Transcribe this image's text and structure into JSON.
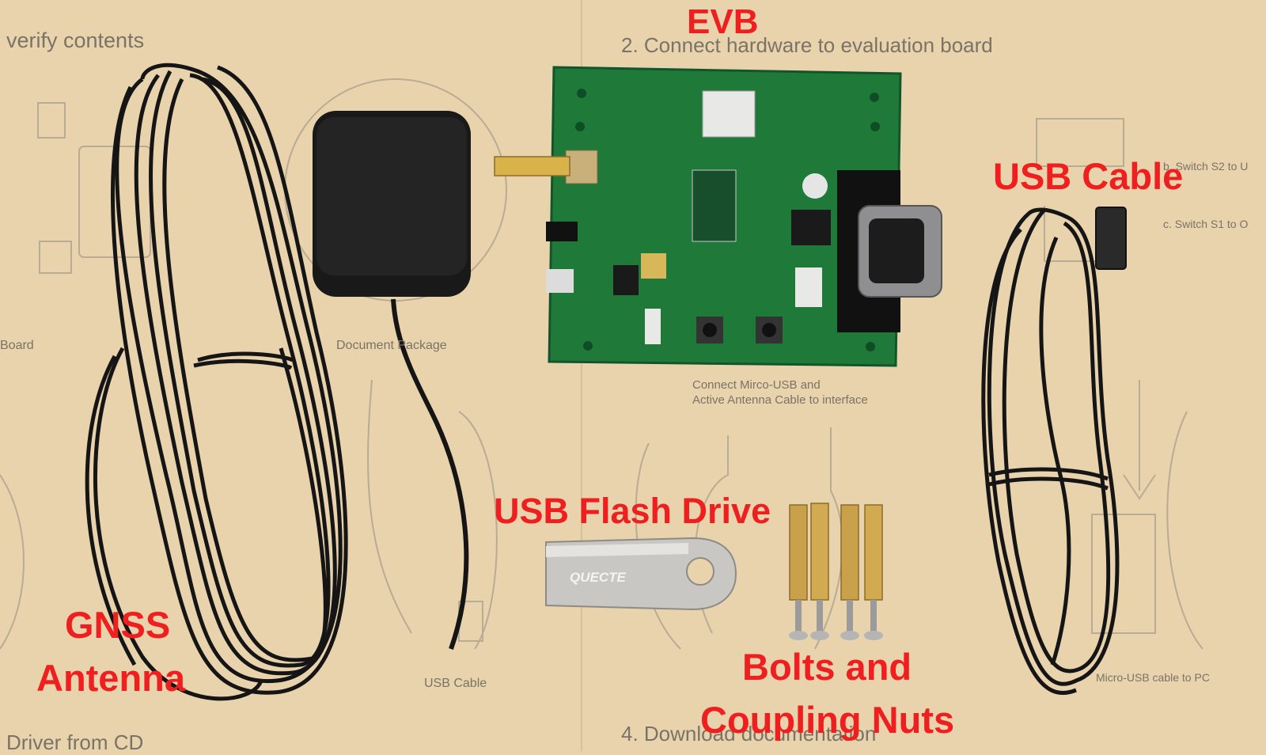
{
  "labels": {
    "evb": "EVB",
    "usb_cable": "USB Cable",
    "usb_flash_drive": "USB Flash Drive",
    "gnss_line1": "GNSS",
    "gnss_line2": "Antenna",
    "bolts_line1": "Bolts and",
    "bolts_line2": "Coupling Nuts"
  },
  "printed_sheet": {
    "verify": "verify contents",
    "step2": "2. Connect hardware to evaluation board",
    "switch_s2": "b. Switch S2 to U",
    "switch_s1": "c. Switch S1 to O",
    "board": "Board",
    "document_package": "Document Package",
    "connect_line1": "Connect Mirco-USB and",
    "connect_line2": "Active Antenna Cable to interface",
    "usb_cable_print": "USB Cable",
    "micro_usb_pc": "Micro-USB cable to PC",
    "step4": "4. Download documentation",
    "driver": "Driver from CD"
  },
  "flash_drive_brand": "QUECTE",
  "colors": {
    "label_red": "#f01f1f",
    "background": "#e9d3ad",
    "pcb_green": "#1f7a3a",
    "cable_black": "#151515"
  }
}
